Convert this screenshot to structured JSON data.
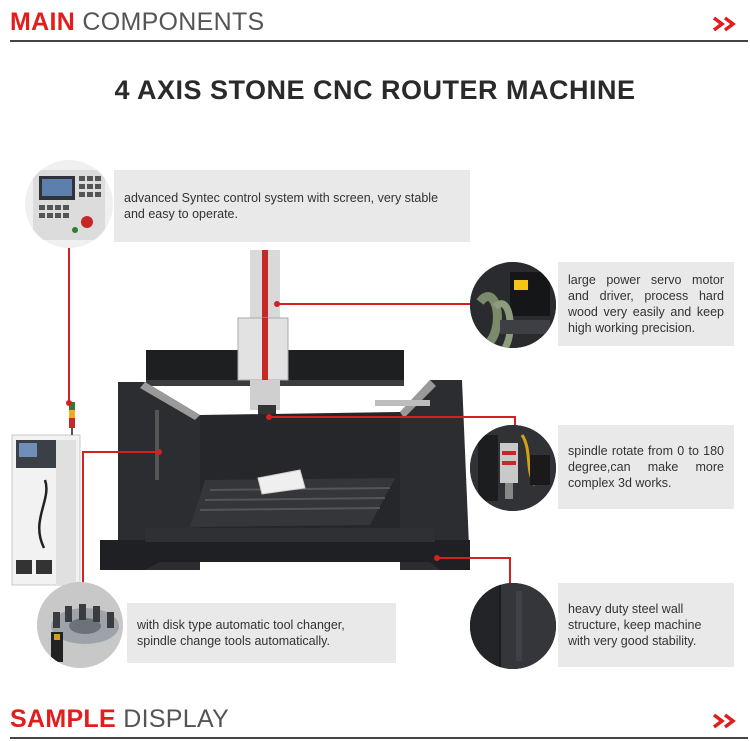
{
  "header_top": {
    "highlight": "MAIN",
    "rest": " COMPONENTS",
    "arrow_icon": "double-chevron-right-icon"
  },
  "title": "4 AXIS STONE CNC ROUTER MACHINE",
  "callouts": {
    "control": "advanced Syntec control system with screen, very stable and easy to operate.",
    "servo": "large power servo motor and driver, process hard wood very easily and keep high working precision.",
    "spindle": "spindle rotate from 0 to 180 degree,can make more complex 3d works.",
    "toolchanger": "with disk type automatic tool changer, spindle change tools automatically.",
    "steel": "heavy duty steel wall structure, keep machine with very good stability."
  },
  "header_bottom": {
    "highlight": "SAMPLE",
    "rest": " DISPLAY",
    "arrow_icon": "double-chevron-right-icon"
  },
  "colors": {
    "accent": "#e31c1c",
    "caption_bg": "#e9e9e9",
    "machine": "#2b2d30"
  }
}
